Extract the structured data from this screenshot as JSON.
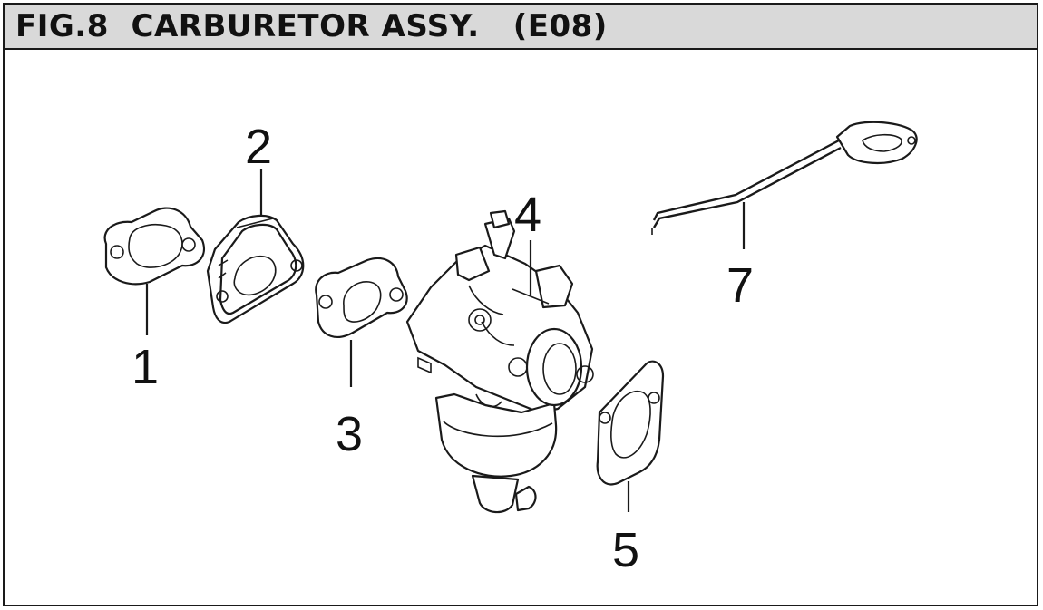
{
  "figure": {
    "title": "FIG.8  CARBURETOR ASSY.   (E08)"
  },
  "callouts": {
    "c1": "1",
    "c2": "2",
    "c3": "3",
    "c4": "4",
    "c5": "5",
    "c7": "7"
  },
  "colors": {
    "header_bg": "#d9d9d9",
    "line": "#1a1a1a"
  }
}
